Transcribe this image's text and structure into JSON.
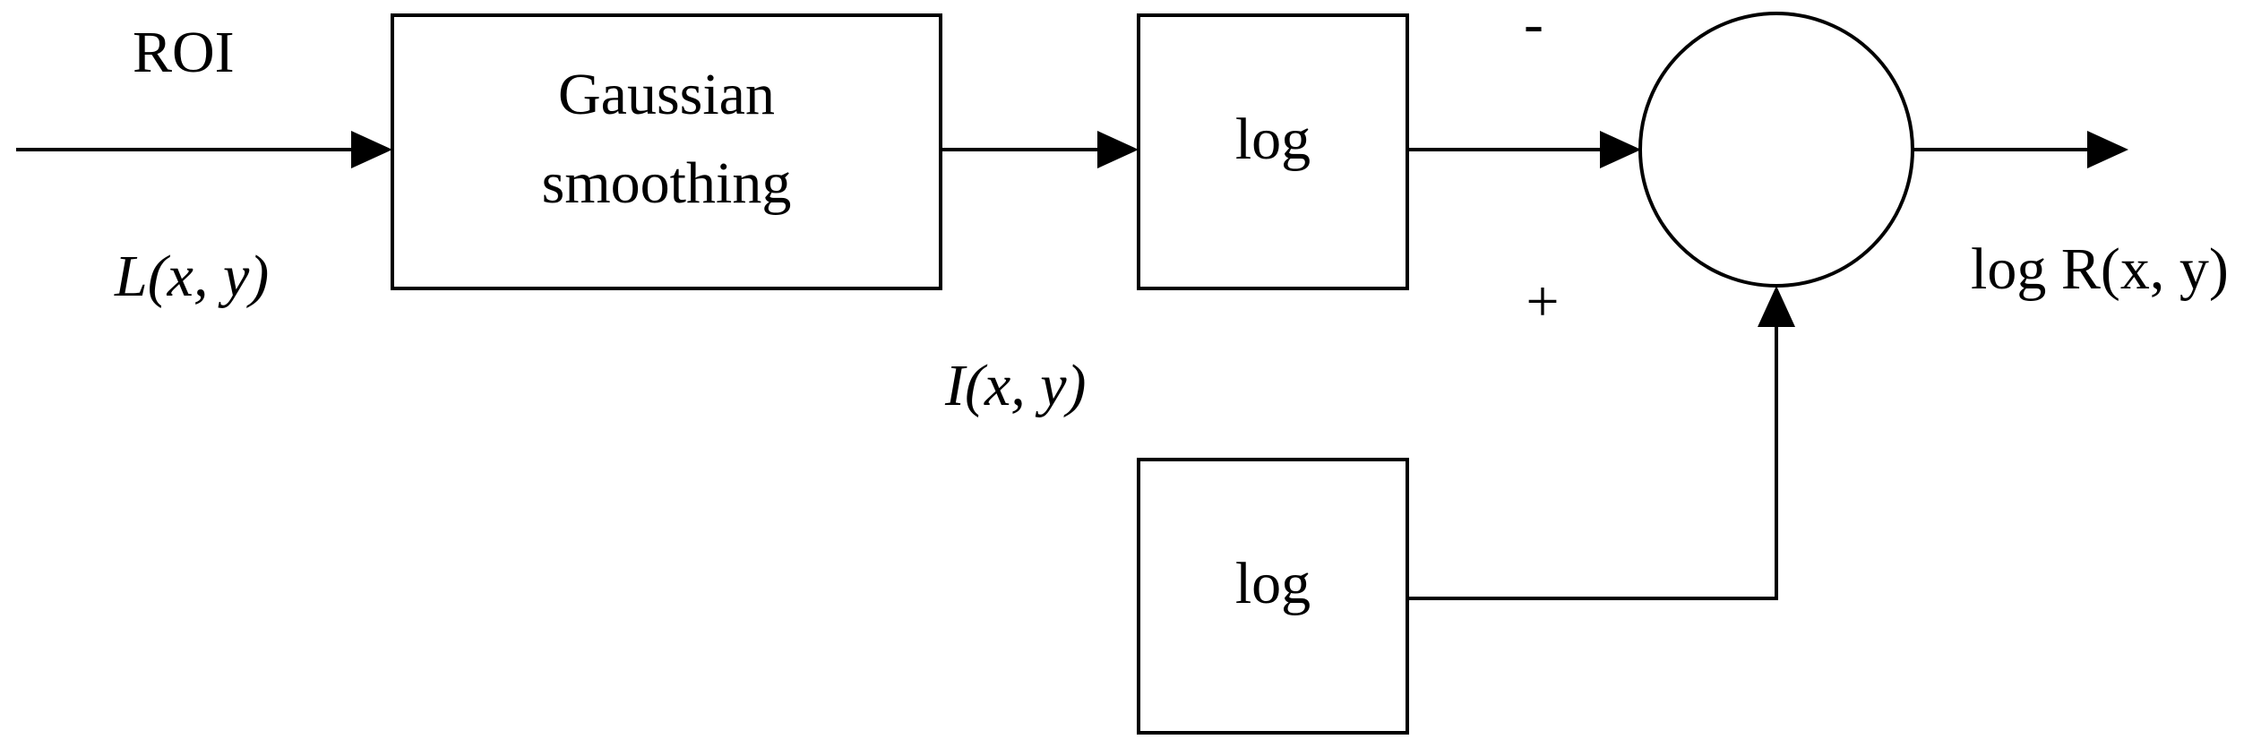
{
  "diagram": {
    "input_label": "ROI",
    "input_signal": "L(x, y)",
    "gaussian_block": {
      "line1": "Gaussian",
      "line2": "smoothing"
    },
    "smoothed_signal": "I(x, y)",
    "log_block_top": "log",
    "log_block_bottom": "log",
    "minus_sign": "-",
    "plus_sign": "+",
    "output_label": "log R(x, y)"
  }
}
